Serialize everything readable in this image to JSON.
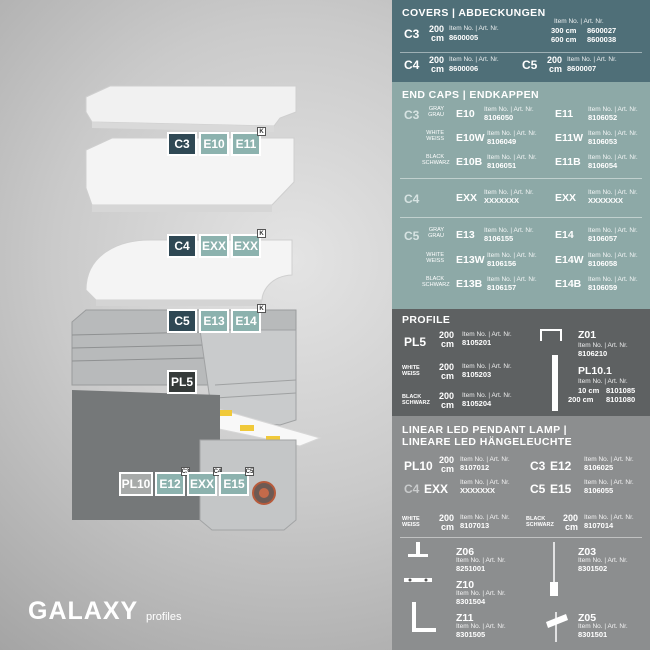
{
  "badges": {
    "c3": "C3",
    "e10": "E10",
    "e11": "E11",
    "c4": "C4",
    "exx1": "EXX",
    "exx2": "EXX",
    "c5": "C5",
    "e13": "E13",
    "e14": "E14",
    "pl5": "PL5",
    "pl10": "PL10",
    "e12": "E12",
    "exx3": "EXX",
    "e15": "E15",
    "k": "K",
    "c3s": "C3",
    "c4s": "C4",
    "c5s": "C5"
  },
  "brand": {
    "name": "GALAXY",
    "suffix": "profiles"
  },
  "colors": {
    "navy": "#2f4854",
    "teal": "#8cb2ae",
    "dark": "#353a39",
    "grey": "#a7aaa9"
  },
  "covers": {
    "title": "COVERS | ABDECKUNGEN",
    "c3": "C3",
    "c3_len": "200",
    "c3_unit": "cm",
    "c3_itemno": "Item No. | Art. Nr.",
    "c3_nr": "8600005",
    "c3_itemno2": "Item No. | Art. Nr.",
    "c3_len2a": "300 cm",
    "c3_nr2a": "8600027",
    "c3_len2b": "600 cm",
    "c3_nr2b": "8600038",
    "c4": "C4",
    "c4_len": "200",
    "c4_unit": "cm",
    "c4_itemno": "Item No. | Art. Nr.",
    "c4_nr": "8600006",
    "c5": "C5",
    "c5_len": "200",
    "c5_unit": "cm",
    "c5_itemno": "Item No. | Art. Nr.",
    "c5_nr": "8600007"
  },
  "endcaps": {
    "title": "END CAPS | ENDKAPPEN",
    "c3": "C3",
    "c4": "C4",
    "c5": "C5",
    "grey": "GRAY GRAU",
    "white": "WHITE WEISS",
    "black": "BLACK SCHWARZ",
    "itemno": "Item No. | Art. Nr.",
    "e10": "E10",
    "e10_nr": "8106050",
    "e11": "E11",
    "e11_nr": "8106052",
    "e10w": "E10W",
    "e10w_nr": "8106049",
    "e11w": "E11W",
    "e11w_nr": "8106053",
    "e10b": "E10B",
    "e10b_nr": "8106051",
    "e11b": "E11B",
    "e11b_nr": "8106054",
    "exx": "EXX",
    "exx_nr": "XXXXXXX",
    "exx2": "EXX",
    "exx2_nr": "XXXXXXX",
    "e13": "E13",
    "e13_nr": "8106155",
    "e14": "E14",
    "e14_nr": "8106057",
    "e13w": "E13W",
    "e13w_nr": "8106156",
    "e14w": "E14W",
    "e14w_nr": "8106058",
    "e13b": "E13B",
    "e13b_nr": "8106157",
    "e14b": "E14B",
    "e14b_nr": "8106059"
  },
  "profile": {
    "title": "PROFILE",
    "pl5": "PL5",
    "len": "200",
    "unit": "cm",
    "itemno": "Item No. | Art. Nr.",
    "pl5_nr": "8105201",
    "white": "WHITE WEISS",
    "white_nr": "8105203",
    "black": "BLACK SCHWARZ",
    "black_nr": "8105204",
    "z01": "Z01",
    "z01_nr": "8106210",
    "pl101": "PL10.1",
    "pl101_len1": "10 cm",
    "pl101_nr1": "8101085",
    "pl101_len2": "200 cm",
    "pl101_nr2": "8101080"
  },
  "pendant": {
    "title1": "LINEAR LED PENDANT LAMP |",
    "title2": "LINEARE LED HÄNGELEUCHTE",
    "pl10": "PL10",
    "len": "200",
    "unit": "cm",
    "itemno": "Item No. | Art. Nr.",
    "pl10_nr": "8107012",
    "c3": "C3",
    "e12": "E12",
    "e12_nr": "8106025",
    "c4": "C4",
    "exx": "EXX",
    "exx_nr": "XXXXXXX",
    "c5": "C5",
    "e15": "E15",
    "e15_nr": "8106055",
    "white": "WHITE WEISS",
    "white_nr": "8107013",
    "black": "BLACK SCHWARZ",
    "black_nr": "8107014",
    "z06": "Z06",
    "z06_nr": "8251001",
    "z10": "Z10",
    "z10_nr": "8301504",
    "z11": "Z11",
    "z11_nr": "8301505",
    "z03": "Z03",
    "z03_nr": "8301502",
    "z05": "Z05",
    "z05_nr": "8301501"
  }
}
